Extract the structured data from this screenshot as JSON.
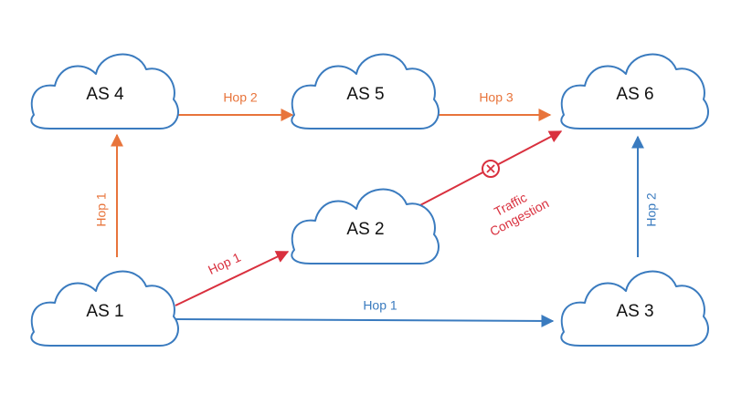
{
  "colors": {
    "orange": "#e8743b",
    "red": "#d9303e",
    "blue": "#3a7bbf"
  },
  "nodes": {
    "as1": "AS 1",
    "as2": "AS 2",
    "as3": "AS 3",
    "as4": "AS 4",
    "as5": "AS 5",
    "as6": "AS 6"
  },
  "edges": {
    "as1_as4": {
      "label": "Hop 1",
      "color": "orange"
    },
    "as4_as5": {
      "label": "Hop 2",
      "color": "orange"
    },
    "as5_as6": {
      "label": "Hop 3",
      "color": "orange"
    },
    "as1_as2": {
      "label": "Hop 1",
      "color": "red"
    },
    "as2_as6": {
      "label": "",
      "color": "red"
    },
    "as1_as3": {
      "label": "Hop 1",
      "color": "blue"
    },
    "as3_as6": {
      "label": "Hop 2",
      "color": "blue"
    }
  },
  "congestion": {
    "line1": "Traffic",
    "line2": "Congestion",
    "icon": "blocked-x-icon"
  }
}
